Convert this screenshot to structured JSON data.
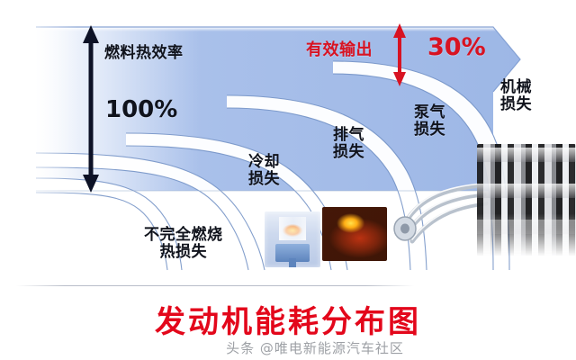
{
  "title": "发动机能耗分布图",
  "watermark": "头条 @唯电新能源汽车社区",
  "colors": {
    "flow_blue": "#a3bbe9",
    "flow_blue_dark": "#7ea0d8",
    "accent_red": "#d81322",
    "title_red": "#e3071b",
    "label_black": "#10131c",
    "background": "#ffffff"
  },
  "diagram": {
    "input": {
      "label": "燃料热效率",
      "value": "100%",
      "arrow": "vertical-double-arrow-black"
    },
    "output": {
      "label": "有效输出",
      "value": "30%",
      "arrow": "vertical-double-arrow-red"
    },
    "losses": [
      {
        "name": "mechanical-loss",
        "label": "机械\n损失"
      },
      {
        "name": "pumping-loss",
        "label": "泵气\n损失"
      },
      {
        "name": "exhaust-loss",
        "label": "排气\n损失"
      },
      {
        "name": "cooling-loss",
        "label": "冷却\n损失"
      },
      {
        "name": "incomplete-combustion-loss",
        "label": "不完全燃烧\n热损失"
      }
    ],
    "photos": [
      {
        "name": "piston-photo",
        "caption": "piston-cylinder"
      },
      {
        "name": "combustion-photo",
        "caption": "combustion-flame"
      },
      {
        "name": "exhaust-manifold-photo",
        "caption": "exhaust-manifold"
      },
      {
        "name": "engine-block-photo",
        "caption": "engine-block"
      }
    ]
  },
  "chart_data": {
    "type": "sankey",
    "title": "发动机能耗分布图",
    "total_label": "燃料热效率",
    "total_value": 100,
    "unit": "%",
    "categories": [
      "有效输出",
      "机械损失",
      "泵气损失",
      "排气损失",
      "冷却损失",
      "不完全燃烧热损失"
    ],
    "labeled_values": {
      "有效输出": 30
    },
    "notes": "Only the input (100%) and the effective output (30%) are numerically labeled; the five loss branches are unlabeled flow bands."
  }
}
